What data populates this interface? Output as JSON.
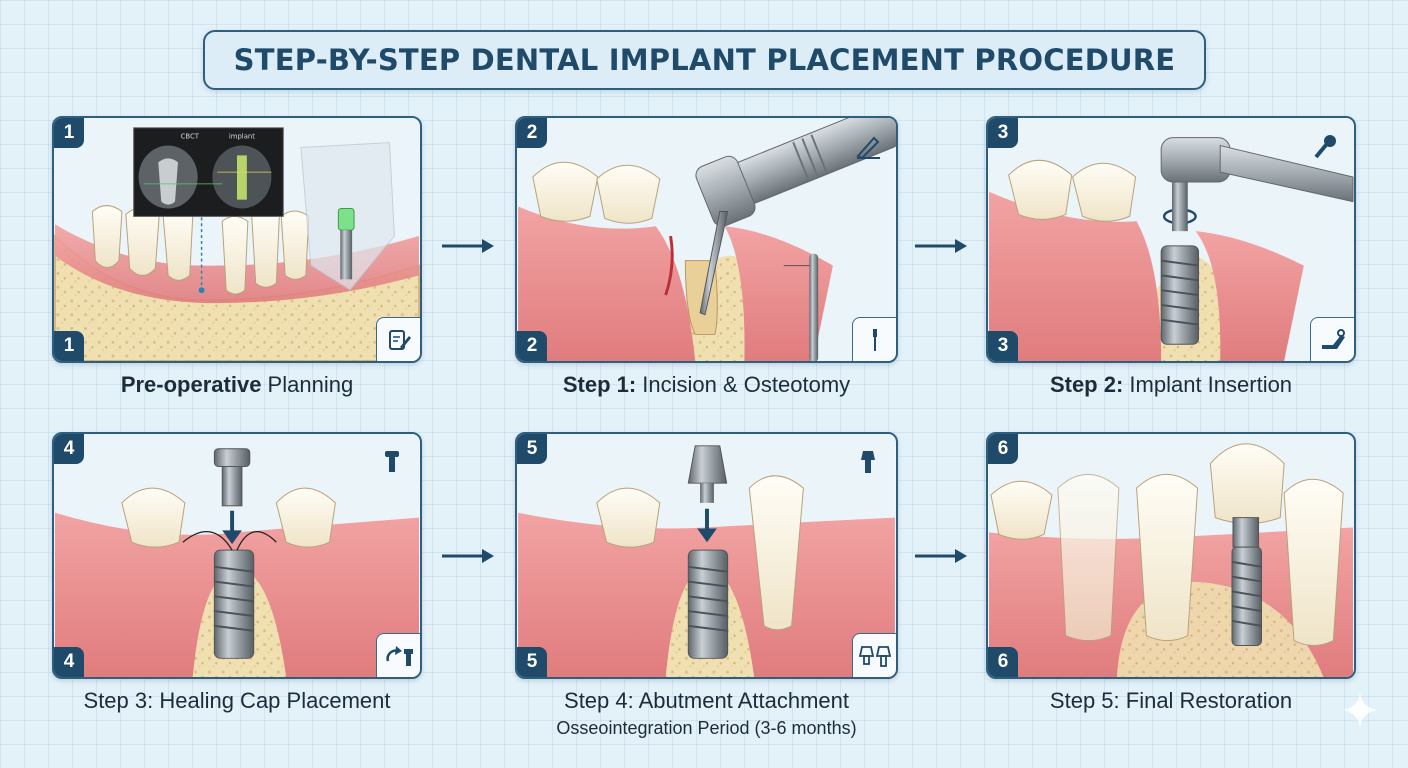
{
  "title": "STEP-BY-STEP DENTAL IMPLANT PLACEMENT PROCEDURE",
  "cbct": {
    "left_label": "CBCT",
    "right_label": "implant"
  },
  "steps": [
    {
      "number": "1",
      "caption_bold": "Pre-operative",
      "caption_rest": " Planning",
      "icon": "clipboard-pencil-icon"
    },
    {
      "number": "2",
      "caption_bold": "Step 1:",
      "caption_rest": " Incision & Osteotomy",
      "icon": "scalpel-pencil-icon",
      "icon_corner": "drill-bit-icon"
    },
    {
      "number": "3",
      "caption_bold": "Step 2:",
      "caption_rest": " Implant Insertion",
      "icon": "torque-driver-icon",
      "icon_corner": "wrench-icon"
    },
    {
      "number": "4",
      "caption_bold": "",
      "caption_rest": "Step 3: Healing Cap Placement",
      "icon": "screw-icon",
      "icon_corner": "rotate-screw-icon"
    },
    {
      "number": "5",
      "caption_bold": "",
      "caption_rest": "Step 4: Abutment Attachment",
      "subcaption": "Osseointegration Period (3-6 months)",
      "icon": "abutment-icon",
      "icon_corner": "abutments-icon"
    },
    {
      "number": "6",
      "caption_bold": "",
      "caption_rest": "Step 5: Final Restoration"
    }
  ],
  "colors": {
    "accent": "#1f4a6a",
    "gum": "#e88b8b",
    "bone": "#efdcaa",
    "tooth": "#fbf6ea",
    "metal": "#8f979e"
  }
}
